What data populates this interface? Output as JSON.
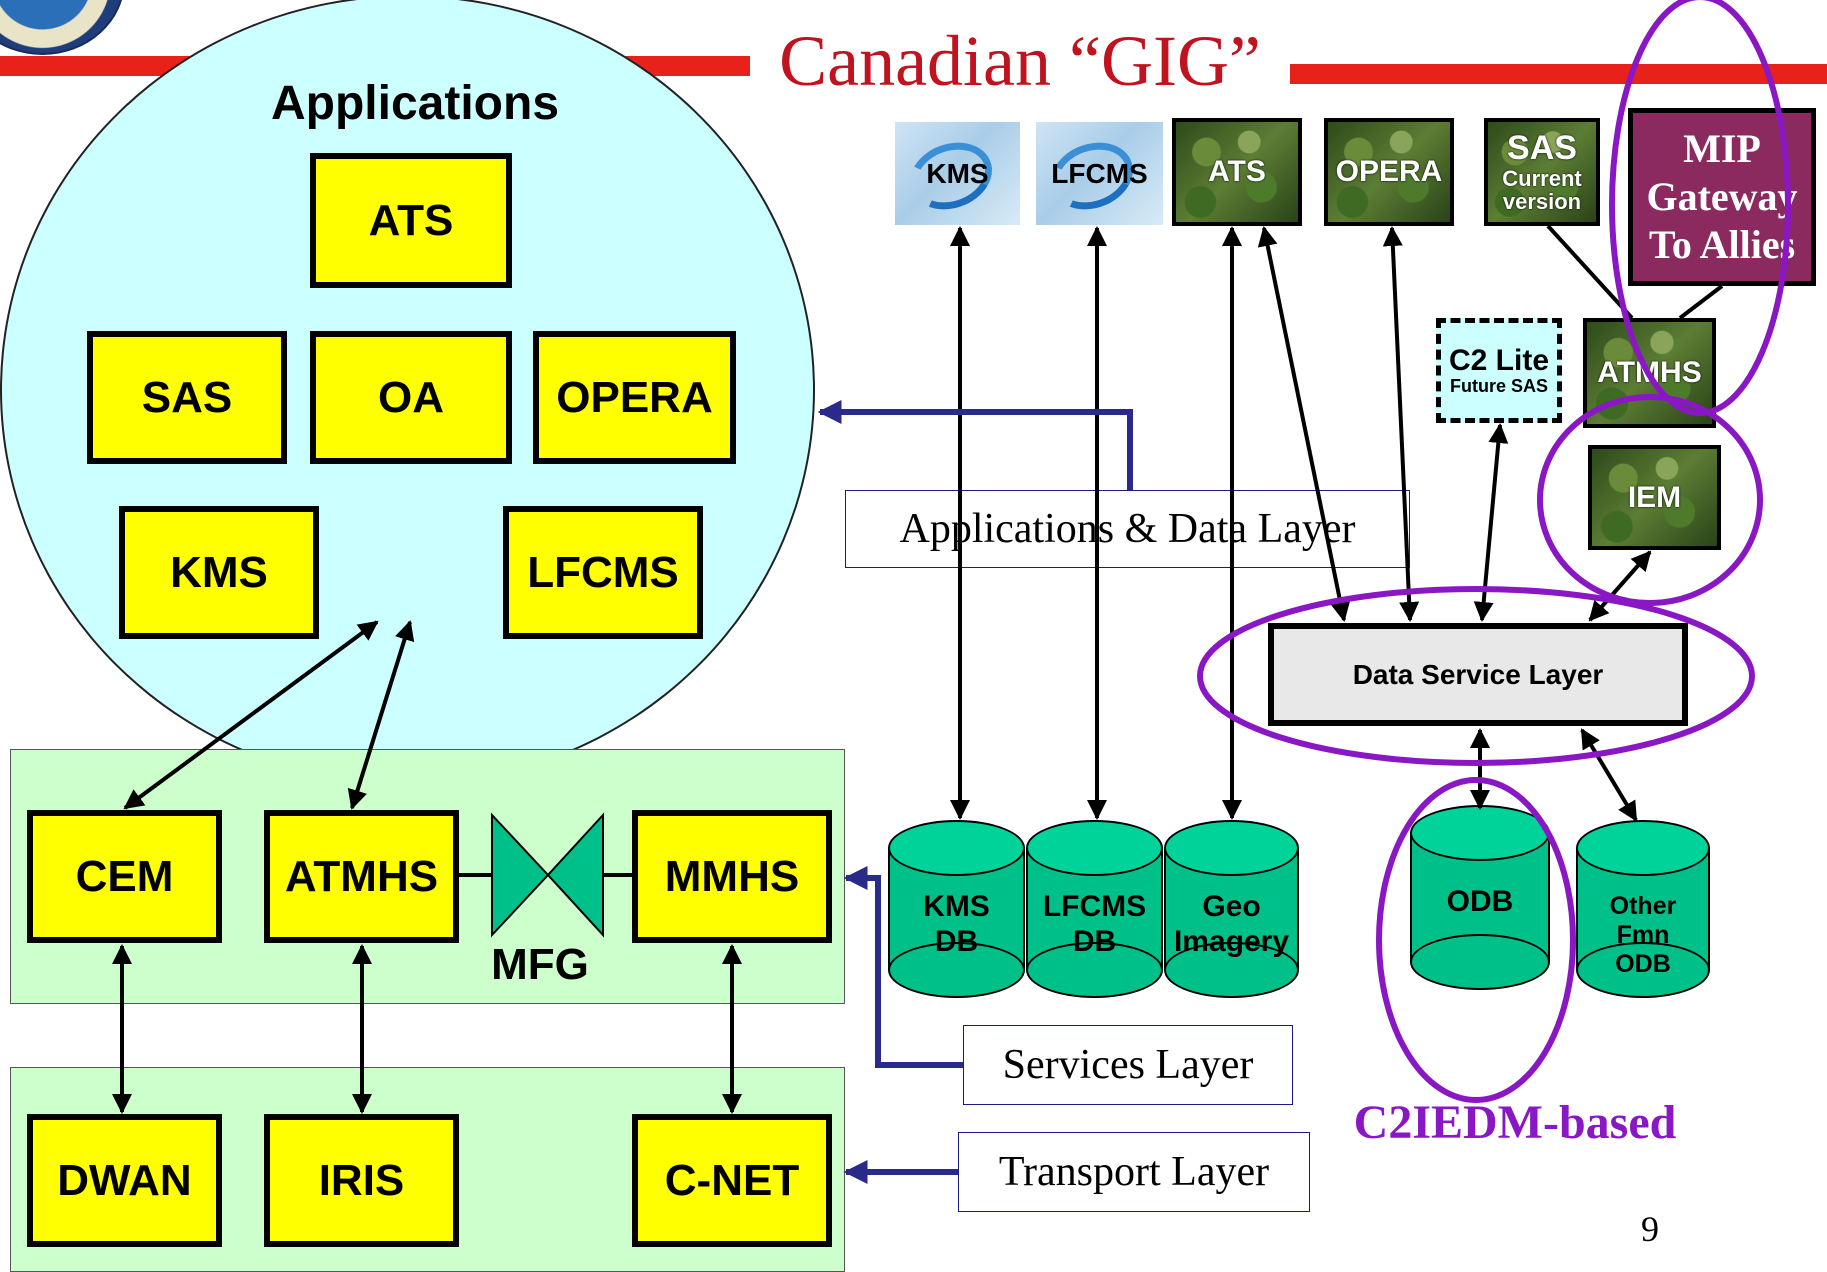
{
  "title": "Canadian “GIG”",
  "page_number": "9",
  "applications_circle": {
    "heading": "Applications",
    "boxes": [
      "ATS",
      "SAS",
      "OA",
      "OPERA",
      "KMS",
      "LFCMS"
    ]
  },
  "services_row": {
    "cem": "CEM",
    "atmhs": "ATMHS",
    "mmhs": "MMHS",
    "mfg": "MFG"
  },
  "transport_row": {
    "dwan": "DWAN",
    "iris": "IRIS",
    "cnet": "C-NET"
  },
  "layers": {
    "applications_data": "Applications & Data Layer",
    "services": "Services Layer",
    "transport": "Transport Layer"
  },
  "top_icons": {
    "kms": "KMS",
    "lfcms": "LFCMS",
    "ats": "ATS",
    "opera": "OPERA",
    "sas": {
      "title": "SAS",
      "line1": "Current",
      "line2": "version"
    }
  },
  "mip_gateway": {
    "line1": "MIP",
    "line2": "Gateway",
    "line3": "To Allies"
  },
  "c2lite": {
    "title": "C2 Lite",
    "subtitle": "Future SAS"
  },
  "atmhs_icon": "ATMHS",
  "iem_icon": "IEM",
  "data_service_layer": "Data Service Layer",
  "databases": {
    "kms_db": {
      "line1": "KMS",
      "line2": "DB"
    },
    "lfcms_db": {
      "line1": "LFCMS",
      "line2": "DB"
    },
    "geo": {
      "line1": "Geo",
      "line2": "Imagery"
    },
    "odb": "ODB",
    "other": {
      "line1": "Other",
      "line2": "Fmn",
      "line3": "ODB"
    }
  },
  "c2iedm_label": "C2IEDM-based",
  "colors": {
    "red_bar": "#e8211b",
    "app_circle": "#ccffff",
    "box_yellow": "#ffff00",
    "panel_green": "#ccffcc",
    "db_green": "#00c08a",
    "purple": "#8a17c4",
    "mip_maroon": "#8b2a5e",
    "arrow_navy": "#2a2a8a"
  }
}
